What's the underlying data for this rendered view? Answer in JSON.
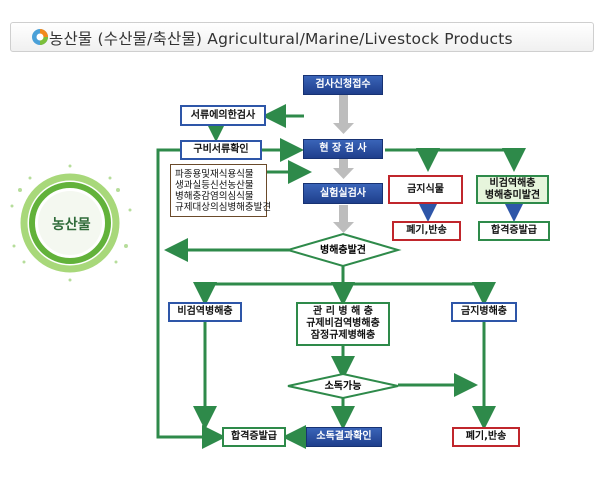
{
  "header": {
    "title": "농산물 (수산물/축산물) Agricultural/Marine/Livestock Products"
  },
  "circle": {
    "label": "농산물"
  },
  "nodes": {
    "inspection_request": "검사신청접수",
    "document_inspection": "서류에의한검사",
    "document_check": "구비서류확인",
    "site_inspection": "현 장 검 사",
    "lab_inspection": "실험실검사",
    "prohibited_plants": "금지식물",
    "non_quarantine_found": "비검역해충",
    "non_quarantine_found2": "병해충미발견",
    "disposal_return_top": "폐기,반송",
    "pass_certificate_top": "합격증발급",
    "target_list": [
      "파종용및재식용식물",
      "생과실등신선농산물",
      "병해충감염의심식물",
      "규제대상의심병해충발견"
    ],
    "pest_found": "병해충발견",
    "non_quarantine_pest": "비검역병해충",
    "managed_pest": [
      "관 리 병 해 충",
      "규제비검역병해충",
      "잠정규제병해충"
    ],
    "prohibited_pest": "금지병해충",
    "disinfection_possible": "소독가능",
    "pass_certificate_bottom": "합격증발급",
    "disinfection_check": "소독결과확인",
    "disposal_return_bottom": "폐기,반송"
  },
  "colors": {
    "blue": "#1f3f8c",
    "green": "#2e8a4a",
    "red": "#c0262c",
    "gray": "#bdbdbd"
  }
}
